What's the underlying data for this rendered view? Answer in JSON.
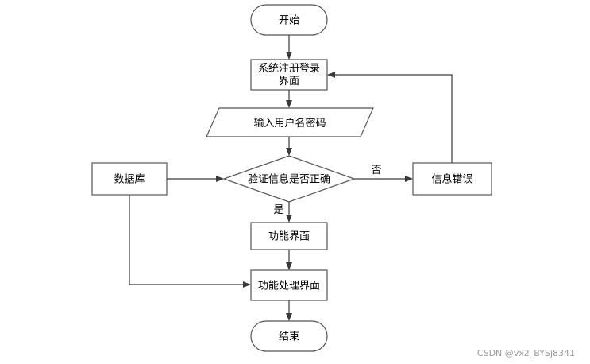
{
  "nodes": {
    "start": "开始",
    "register_login": [
      "系统注册登录",
      "界面"
    ],
    "input_credentials": "输入用户名密码",
    "verify": "验证信息是否正确",
    "database": "数据库",
    "error": "信息错误",
    "feature_page": "功能界面",
    "feature_process_page": "功能处理界面",
    "end": "结束"
  },
  "edge_labels": {
    "no": "否",
    "yes": "是"
  },
  "watermark": "CSDN @vx2_BYSj8341"
}
